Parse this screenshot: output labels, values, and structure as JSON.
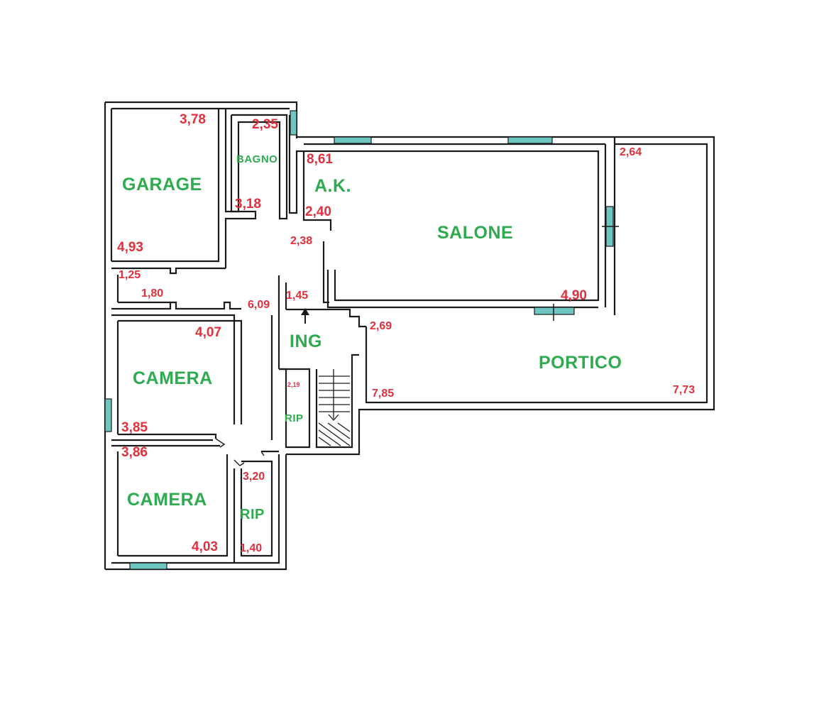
{
  "rooms": {
    "garage": "GARAGE",
    "bagno": "BAGNO",
    "ak": "A.K.",
    "salone": "SALONE",
    "portico": "PORTICO",
    "ing": "ING",
    "camera_1": "CAMERA",
    "camera_2": "CAMERA",
    "rip_1": "RIP",
    "rip_2": "RIP"
  },
  "dimensions": {
    "garage_w": "3,78",
    "garage_l": "4,93",
    "bagno_w": "2,35",
    "bagno_l": "3,18",
    "ak_w": "8,61",
    "ak_l": "2,40",
    "corridor_a": "2,38",
    "closet_w": "1,25",
    "closet_l": "1,80",
    "corridor_len": "6,09",
    "ing_w": "1,45",
    "salone_l": "4,90",
    "portico_w": "2,64",
    "portico_a": "2,69",
    "portico_b": "7,85",
    "portico_c": "7,73",
    "camera1_w": "4,07",
    "camera1_l": "3,85",
    "camera2_w": "3,86",
    "camera2_l": "4,03",
    "rip1_l": "2,19",
    "rip2_w": "3,20",
    "rip2_l": "1,40"
  },
  "colors": {
    "wall": "#1a1a1a",
    "room_label": "#2eaa4f",
    "dimension": "#e0303c",
    "window": "#6fc6c1"
  }
}
